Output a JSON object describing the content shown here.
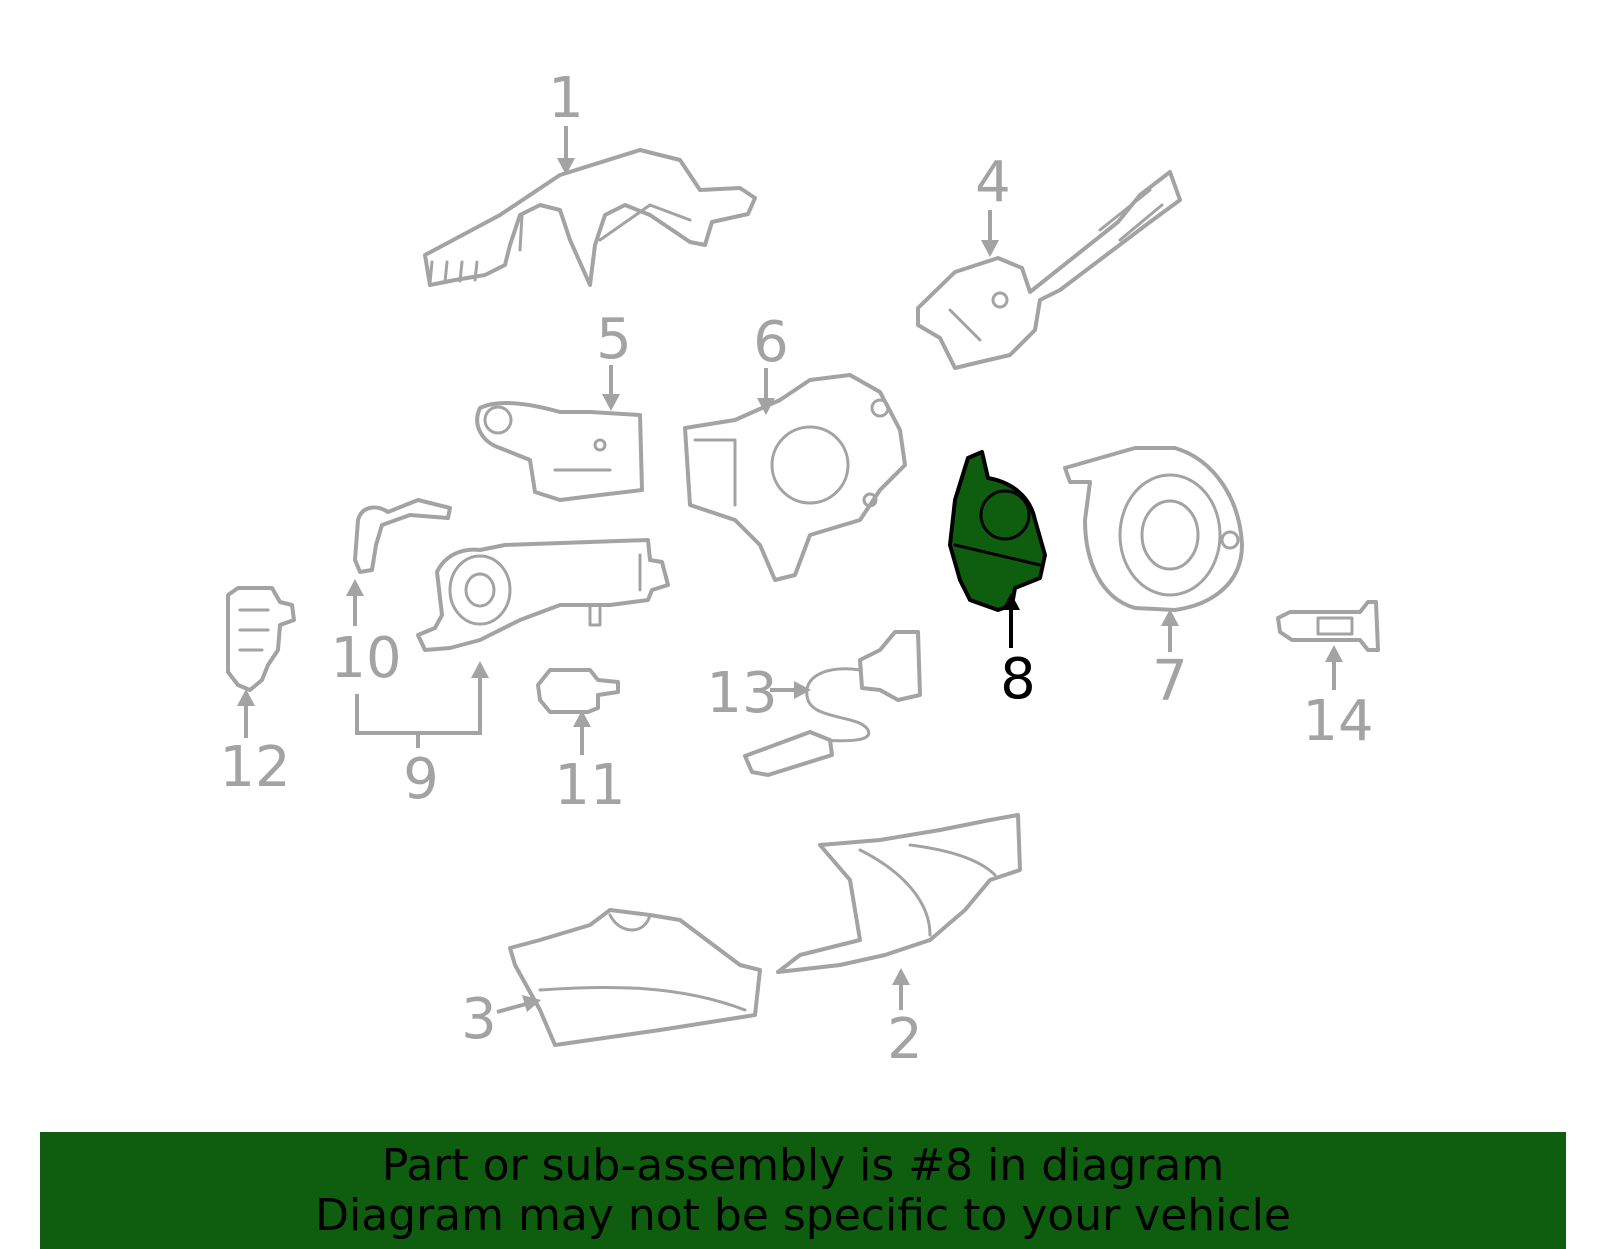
{
  "diagram": {
    "highlighted_callout": "8",
    "highlight_color": "#0f5e0f",
    "part_stroke_color": "#a3a3a3",
    "callouts": {
      "c1": "1",
      "c2": "2",
      "c3": "3",
      "c4": "4",
      "c5": "5",
      "c6": "6",
      "c7": "7",
      "c8": "8",
      "c9": "9",
      "c10": "10",
      "c11": "11",
      "c12": "12",
      "c13": "13",
      "c14": "14"
    }
  },
  "banner": {
    "line1": "Part or sub-assembly is #8 in diagram",
    "line2": "Diagram may not be specific to your vehicle",
    "background": "#0f5e0f"
  }
}
